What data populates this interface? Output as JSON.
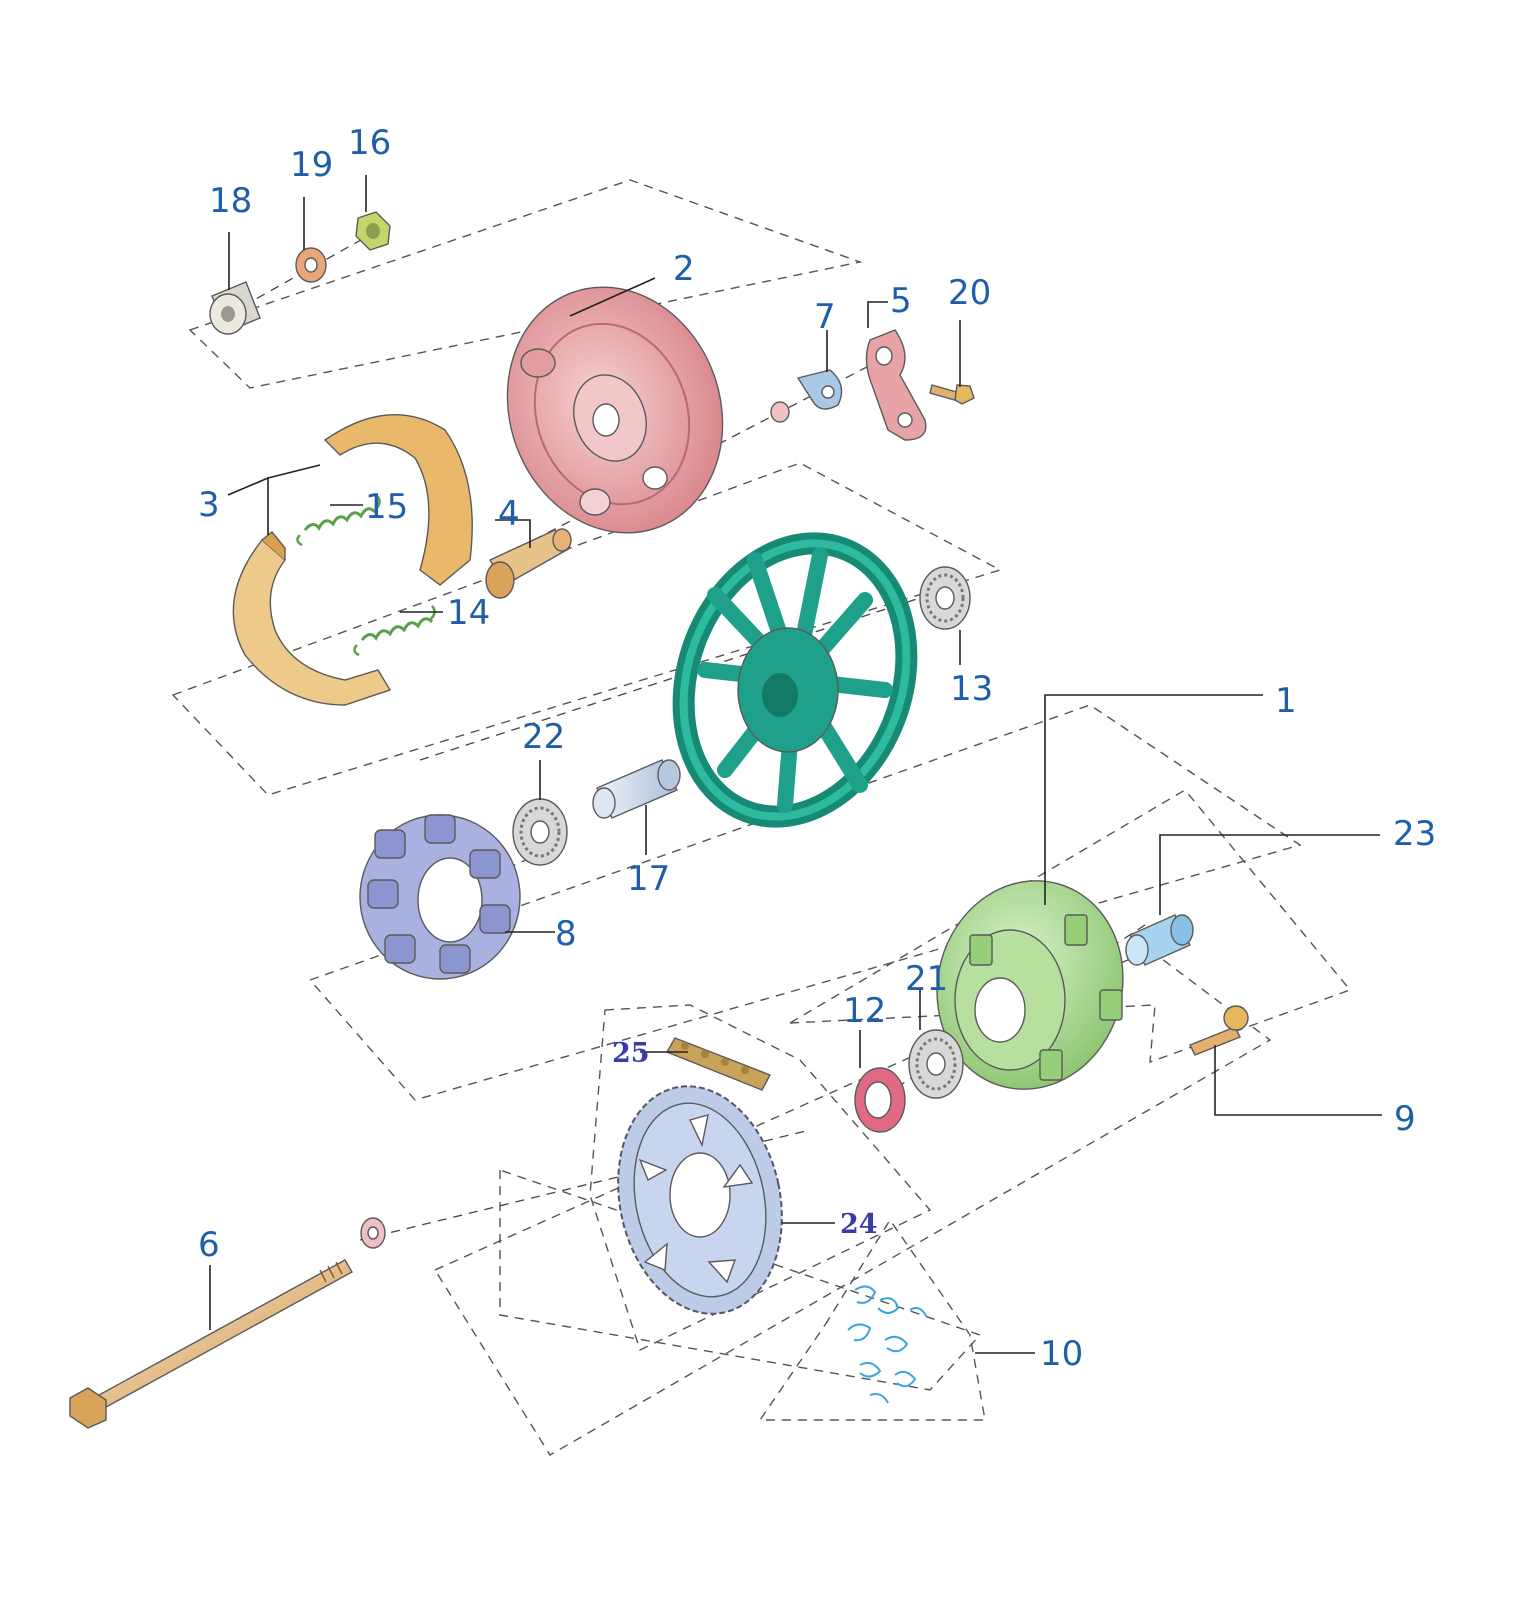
{
  "colors": {
    "label": "#1f5fa8",
    "label_alt": "#3a3aa8",
    "drum": "#e8a3a6",
    "shoe": "#e9b86a",
    "wheel": "#1fa08a",
    "hub": "#a6d98a",
    "damper": "#a9b1e0",
    "sleeve": "#c8d7ea",
    "axle": "#d9a35a",
    "sprocket": "#bccbe6",
    "seal": "#e06a84",
    "chain": "#c9a35a",
    "fastener_chain": "#3aa6e0"
  },
  "part_labels": [
    {
      "id": "1",
      "text": "1"
    },
    {
      "id": "2",
      "text": "2"
    },
    {
      "id": "3",
      "text": "3"
    },
    {
      "id": "4",
      "text": "4"
    },
    {
      "id": "5",
      "text": "5"
    },
    {
      "id": "6",
      "text": "6"
    },
    {
      "id": "7",
      "text": "7"
    },
    {
      "id": "8",
      "text": "8"
    },
    {
      "id": "9",
      "text": "9"
    },
    {
      "id": "10",
      "text": "10"
    },
    {
      "id": "12",
      "text": "12"
    },
    {
      "id": "13",
      "text": "13"
    },
    {
      "id": "14",
      "text": "14"
    },
    {
      "id": "15",
      "text": "15"
    },
    {
      "id": "16",
      "text": "16"
    },
    {
      "id": "17",
      "text": "17"
    },
    {
      "id": "18",
      "text": "18"
    },
    {
      "id": "19",
      "text": "19"
    },
    {
      "id": "20",
      "text": "20"
    },
    {
      "id": "21",
      "text": "21"
    },
    {
      "id": "22",
      "text": "22"
    },
    {
      "id": "23",
      "text": "23"
    },
    {
      "id": "24",
      "text": "24"
    },
    {
      "id": "25",
      "text": "25"
    }
  ]
}
